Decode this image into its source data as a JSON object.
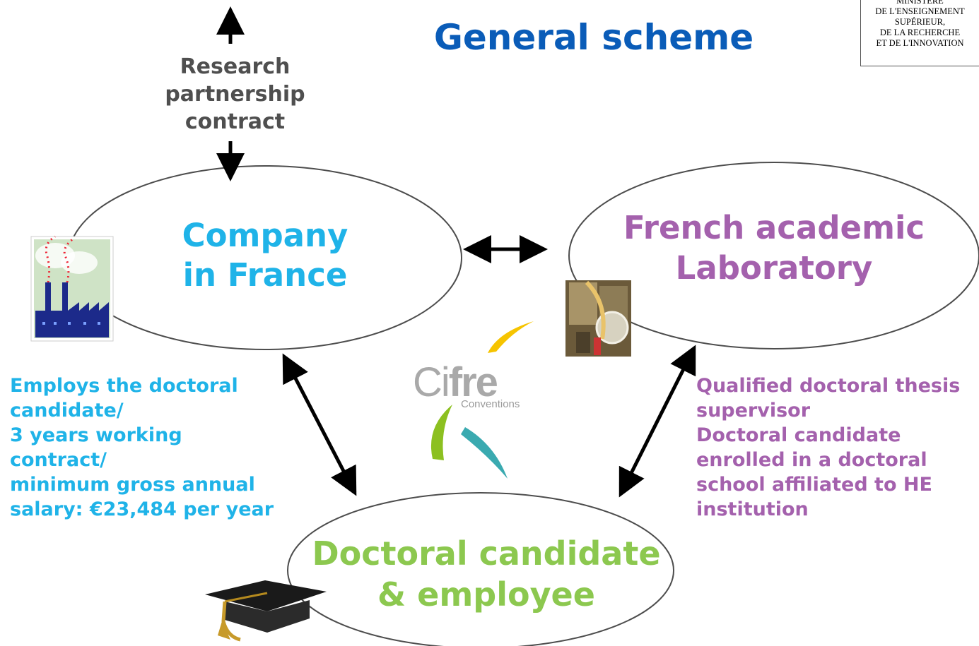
{
  "title": "General scheme",
  "ministry": {
    "lines": [
      "MINISTÈRE",
      "DE L'ENSEIGNEMENT",
      "SUPÉRIEUR,",
      "DE LA RECHERCHE",
      "ET DE L'INNOVATION"
    ]
  },
  "research_partnership": [
    "Research",
    "partnership",
    "contract"
  ],
  "nodes": {
    "company": [
      "Company",
      "in France"
    ],
    "lab": [
      "French academic",
      "Laboratory"
    ],
    "doctoral": [
      "Doctoral candidate",
      "& employee"
    ]
  },
  "company_notes": [
    "Employs the doctoral",
    "candidate/",
    "3 years working",
    "contract/",
    "minimum gross annual",
    "salary: €23,484 per year"
  ],
  "lab_notes": [
    "Qualified doctoral thesis",
    "supervisor",
    "Doctoral candidate",
    "enrolled in a doctoral",
    "school affiliated to HE",
    "institution"
  ],
  "cifre_logo": {
    "ci": "Ci",
    "fre": "fre",
    "sub": "Conventions"
  },
  "colors": {
    "title": "#0a5cb8",
    "company": "#1fb3e8",
    "lab": "#a461ad",
    "doctoral": "#8cc84f",
    "research": "#4f4f4f"
  },
  "icons": [
    "factory-icon",
    "lab-equipment-icon",
    "graduation-cap-icon",
    "cifre-logo"
  ]
}
